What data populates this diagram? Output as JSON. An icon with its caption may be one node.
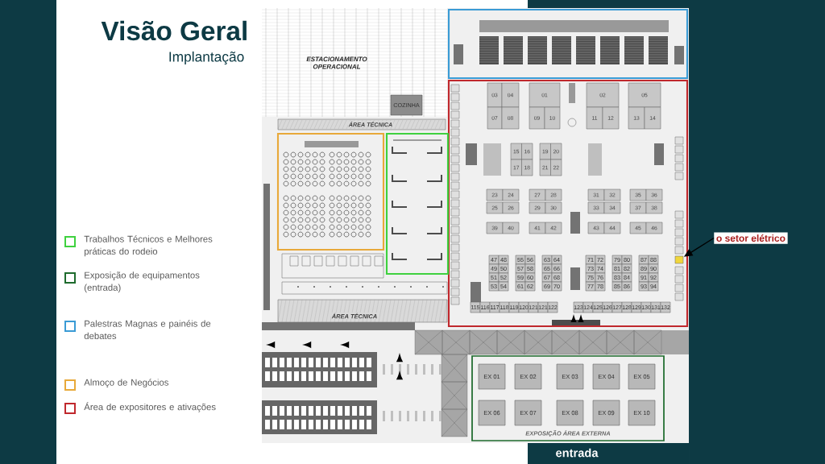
{
  "diagram": {
    "title": "Visão Geral",
    "nodes": [
      {
        "text": [
          "COZINHA"
        ]
      },
      {
        "text": [],
        "shape": "box"
      },
      {
        "text": [],
        "shape": "box"
      },
      {
        "text": [
          "03"
        ],
        "in": 2
      },
      {
        "text": [
          "04"
        ],
        "in": 2
      },
      {
        "text": [
          "01"
        ],
        "in": 2
      },
      {
        "text": [
          "02"
        ],
        "in": 2
      },
      {
        "text": [
          "05"
        ],
        "in": 2
      },
      {
        "text": [
          "07"
        ],
        "in": 2
      },
      {
        "text": [
          "08"
        ],
        "in": 2
      },
      {
        "text": [
          "09"
        ],
        "in": 2
      },
      {
        "text": [
          "10"
        ],
        "in": 2
      },
      {
        "text": [
          "11"
        ],
        "in": 2
      },
      {
        "text": [
          "12"
        ],
        "in": 2
      },
      {
        "text": [
          "13"
        ],
        "in": 2
      },
      {
        "text": [
          "14"
        ],
        "in": 2
      },
      {
        "text": [
          "15"
        ],
        "in": 2
      },
      {
        "text": [
          "16"
        ],
        "in": 2
      },
      {
        "text": [
          "17"
        ],
        "in": 2
      },
      {
        "text": [
          "18"
        ],
        "in": 2
      },
      {
        "text": [
          "19"
        ],
        "in": 2
      },
      {
        "text": [
          "20"
        ],
        "in": 2
      },
      {
        "text": [
          "21"
        ],
        "in": 2
      },
      {
        "text": [
          "22"
        ],
        "in": 2
      },
      {
        "text": [
          "23"
        ],
        "in": 2
      },
      {
        "text": [
          "24"
        ],
        "in": 2
      },
      {
        "text": [
          "25"
        ],
        "in": 2
      },
      {
        "text": [
          "26"
        ],
        "in": 2
      },
      {
        "text": [
          "27"
        ],
        "in": 2
      },
      {
        "text": [
          "28"
        ],
        "in": 2
      },
      {
        "text": [
          "29"
        ],
        "in": 2
      },
      {
        "text": [
          "30"
        ],
        "in": 2
      },
      {
        "text": [
          "31"
        ],
        "in": 2
      },
      {
        "text": [
          "32"
        ],
        "in": 2
      },
      {
        "text": [
          "33"
        ],
        "in": 2
      },
      {
        "text": [
          "34"
        ],
        "in": 2
      },
      {
        "text": [
          "35"
        ],
        "in": 2
      },
      {
        "text": [
          "36"
        ],
        "in": 2
      },
      {
        "text": [
          "37"
        ],
        "in": 2
      },
      {
        "text": [
          "38"
        ],
        "in": 2
      },
      {
        "text": [
          "39"
        ],
        "in": 2
      },
      {
        "text": [
          "40"
        ],
        "in": 2
      },
      {
        "text": [
          "41"
        ],
        "in": 2
      },
      {
        "text": [
          "42"
        ],
        "in": 2
      },
      {
        "text": [
          "43"
        ],
        "in": 2
      },
      {
        "text": [
          "44"
        ],
        "in": 2
      },
      {
        "text": [
          "45"
        ],
        "in": 2
      },
      {
        "text": [
          "46"
        ],
        "in": 2
      },
      {
        "text": [
          "47"
        ],
        "in": 2
      },
      {
        "text": [
          "48"
        ],
        "in": 2
      },
      {
        "text": [
          "49"
        ],
        "in": 2
      },
      {
        "text": [
          "50"
        ],
        "in": 2
      },
      {
        "text": [
          "51"
        ],
        "in": 2
      },
      {
        "text": [
          "52"
        ],
        "in": 2
      },
      {
        "text": [
          "53"
        ],
        "in": 2
      },
      {
        "text": [
          "54"
        ],
        "in": 2
      },
      {
        "text": [
          "55"
        ],
        "in": 2
      },
      {
        "text": [
          "56"
        ],
        "in": 2
      },
      {
        "text": [
          "57"
        ],
        "in": 2
      },
      {
        "text": [
          "58"
        ],
        "in": 2
      },
      {
        "text": [
          "59"
        ],
        "in": 2
      },
      {
        "text": [
          "60"
        ],
        "in": 2
      },
      {
        "text": [
          "61"
        ],
        "in": 2
      },
      {
        "text": [
          "62"
        ],
        "in": 2
      },
      {
        "text": [
          "63"
        ],
        "in": 2
      },
      {
        "text": [
          "64"
        ],
        "in": 2
      },
      {
        "text": [
          "65"
        ],
        "in": 2
      },
      {
        "text": [
          "66"
        ],
        "in": 2
      },
      {
        "text": [
          "67"
        ],
        "in": 2
      },
      {
        "text": [
          "68"
        ],
        "in": 2
      },
      {
        "text": [
          "69"
        ],
        "in": 2
      },
      {
        "text": [
          "70"
        ],
        "in": 2
      },
      {
        "text": [
          "71"
        ],
        "in": 2
      },
      {
        "text": [
          "72"
        ],
        "in": 2
      },
      {
        "text": [
          "73"
        ],
        "in": 2
      },
      {
        "text": [
          "74"
        ],
        "in": 2
      },
      {
        "text": [
          "75"
        ],
        "in": 2
      },
      {
        "text": [
          "76"
        ],
        "in": 2
      },
      {
        "text": [
          "77"
        ],
        "in": 2
      },
      {
        "text": [
          "78"
        ],
        "in": 2
      },
      {
        "text": [
          "79"
        ],
        "in": 2
      },
      {
        "text": [
          "80"
        ],
        "in": 2
      },
      {
        "text": [
          "81"
        ],
        "in": 2
      },
      {
        "text": [
          "82"
        ],
        "in": 2
      },
      {
        "text": [
          "83"
        ],
        "in": 2
      },
      {
        "text": [
          "84"
        ],
        "in": 2
      },
      {
        "text": [
          "85"
        ],
        "in": 2
      },
      {
        "text": [
          "86"
        ],
        "in": 2
      },
      {
        "text": [
          "87"
        ],
        "in": 2
      },
      {
        "text": [
          "88"
        ],
        "in": 2
      },
      {
        "text": [
          "89"
        ],
        "in": 2
      },
      {
        "text": [
          "90"
        ],
        "in": 2
      },
      {
        "text": [
          "91"
        ],
        "in": 2
      },
      {
        "text": [
          "92"
        ],
        "in": 2
      },
      {
        "text": [
          "93"
        ],
        "in": 2
      },
      {
        "text": [
          "94"
        ],
        "in": 2
      },
      {
        "text": [
          "115"
        ],
        "in": 2
      },
      {
        "text": [
          "116"
        ],
        "in": 2
      },
      {
        "text": [
          "117"
        ],
        "in": 2
      },
      {
        "text": [
          "118"
        ],
        "in": 2
      },
      {
        "text": [
          "119"
        ],
        "in": 2
      },
      {
        "text": [
          "120"
        ],
        "in": 2
      },
      {
        "text": [
          "121"
        ],
        "in": 2
      },
      {
        "text": [
          "121"
        ],
        "in": 2
      },
      {
        "text": [
          "122"
        ],
        "in": 2
      },
      {
        "text": [
          "123"
        ],
        "in": 2
      },
      {
        "text": [
          "124"
        ],
        "in": 2
      },
      {
        "text": [
          "125"
        ],
        "in": 2
      },
      {
        "text": [
          "126"
        ],
        "in": 2
      },
      {
        "text": [
          "127"
        ],
        "in": 2
      },
      {
        "text": [
          "128"
        ],
        "in": 2
      },
      {
        "text": [
          "129"
        ],
        "in": 2
      },
      {
        "text": [
          "130"
        ],
        "in": 2
      },
      {
        "text": [
          "131"
        ],
        "in": 2
      },
      {
        "text": [
          "132"
        ],
        "in": 2
      },
      {
        "text": [],
        "shape": "box",
        "in": 2
      },
      {
        "text": [],
        "shape": "box"
      },
      {
        "text": [],
        "shape": "box"
      },
      {
        "text": [],
        "shape": "box"
      },
      {
        "text": [
          "EX 01"
        ],
        "in": 118
      },
      {
        "text": [
          "EX 02"
        ],
        "in": 118
      },
      {
        "text": [
          "EX 03"
        ],
        "in": 118
      },
      {
        "text": [
          "EX 04"
        ],
        "in": 118
      },
      {
        "text": [
          "EX 05"
        ],
        "in": 118
      },
      {
        "text": [
          "EX 06"
        ],
        "in": 118
      },
      {
        "text": [
          "EX 07"
        ],
        "in": 118
      },
      {
        "text": [
          "EX 08"
        ],
        "in": 118
      },
      {
        "text": [
          "EX 09"
        ],
        "in": 118
      },
      {
        "text": [
          "EX 10"
        ],
        "in": 118
      },
      {
        "text": [
          "o setor elétrico"
        ]
      }
    ],
    "edges": [
      {
        "from": 129,
        "to": 115,
        "arrow": "to"
      }
    ],
    "labels": [
      "Implantação",
      "ESTACIONAMENTO OPERACIONAL",
      "ÁREA TÉCNICA",
      "ÁREA TÉCNICA",
      "EXPOSIÇÃO ÁREA EXTERNA",
      "entrada"
    ],
    "legend": [
      {
        "text": "Trabalhos Técnicos e Melhores práticas do rodeio",
        "color": "#3fd13f"
      },
      {
        "text": "Exposição de equipamentos (entrada)",
        "color": "#1e6b2d"
      },
      {
        "text": "Palestras Magnas e painéis de debates",
        "color": "#3a9bd5"
      },
      {
        "text": "Almoço de Negócios",
        "color": "#e8a93a"
      },
      {
        "text": "Área de expositores e ativações",
        "color": "#c0282d"
      }
    ]
  }
}
